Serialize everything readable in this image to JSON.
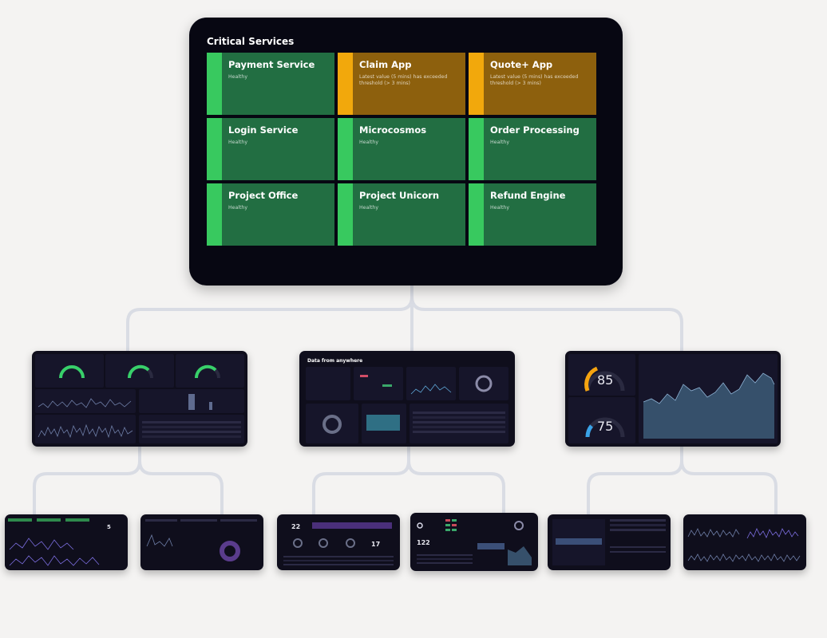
{
  "critical_services": {
    "title": "Critical Services",
    "tiles": [
      {
        "name": "Payment Service",
        "status": "Healthy",
        "state": "healthy"
      },
      {
        "name": "Claim App",
        "status": "Latest value (5 mins) has exceeded threshold (> 3 mins)",
        "state": "warning"
      },
      {
        "name": "Quote+ App",
        "status": "Latest value (5 mins) has exceeded threshold (> 3 mins)",
        "state": "warning"
      },
      {
        "name": "Login Service",
        "status": "Healthy",
        "state": "healthy"
      },
      {
        "name": "Microcosmos",
        "status": "Healthy",
        "state": "healthy"
      },
      {
        "name": "Order Processing",
        "status": "Healthy",
        "state": "healthy"
      },
      {
        "name": "Project Office",
        "status": "Healthy",
        "state": "healthy"
      },
      {
        "name": "Project Unicorn",
        "status": "Healthy",
        "state": "healthy"
      },
      {
        "name": "Refund Engine",
        "status": "Healthy",
        "state": "healthy"
      }
    ]
  },
  "level2": {
    "middle_title": "Data from anywhere",
    "gauge_values": {
      "orange": "85",
      "blue": "75"
    }
  },
  "level3": {
    "values": {
      "a": "5",
      "b": "22",
      "c": "17",
      "d": "122"
    }
  },
  "colors": {
    "healthy": "#226e42",
    "healthy_stripe": "#38c95f",
    "warning": "#8d600d",
    "warning_stripe": "#f2a80c",
    "panel_bg": "#070712",
    "connector": "#d8dbe3"
  }
}
